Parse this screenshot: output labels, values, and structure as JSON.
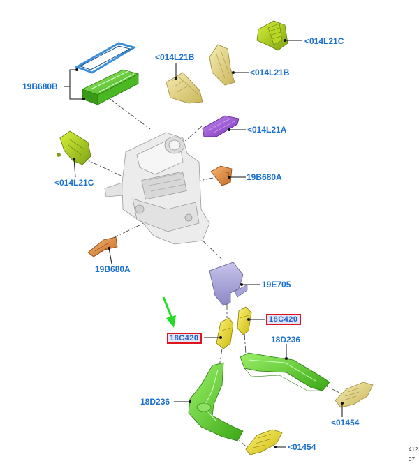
{
  "labels": {
    "filter_a": "19B680B",
    "bracket_top_right": "<014L21C",
    "duct_upper_left": "<014L21B",
    "duct_upper_right": "<014L21B",
    "duct_purple": "<014L21A",
    "bracket_left": "<014L21C",
    "duct_orange_right": "19B680A",
    "duct_orange_left": "19B680A",
    "adapter_purple": "19E705",
    "connector_right": "18C420",
    "connector_left": "18C420",
    "duct_green_right": "18D236",
    "duct_green_left": "18D236",
    "vent_right": "<01454",
    "vent_bottom": "<01454"
  },
  "footer": {
    "line1": "412",
    "line2": "07"
  },
  "colors": {
    "label_blue": "#1a6fd0",
    "highlight_red": "#e0141e",
    "arrow_green": "#22dd22",
    "part_green": "#5ad22a",
    "part_yellow": "#e6dc24",
    "part_tan": "#e4d488",
    "part_purple": "#9a4fd0",
    "part_orange": "#e08a3c",
    "part_lavender": "#a8a4d6",
    "filter_frame": "#3a8fd8",
    "housing_gray": "#e8e8e8"
  }
}
